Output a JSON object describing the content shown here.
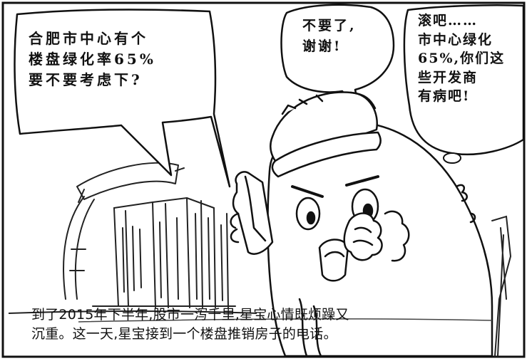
{
  "comic": {
    "left_bubble": {
      "text": "合肥市中心有个\n楼盘绿化率65%\n要不要考虑下?"
    },
    "middle_bubble": {
      "text": "不要了,\n谢谢!"
    },
    "right_bubble": {
      "text": "滚吧……\n市中心绿化\n65%,你们这\n些开发商\n有病吧!"
    },
    "caption": {
      "text": "到了2015年下半年,股市一泻千里,星宝心情既烦躁又\n沉重。这一天,星宝接到一个楼盘推销房子的电话。"
    }
  }
}
